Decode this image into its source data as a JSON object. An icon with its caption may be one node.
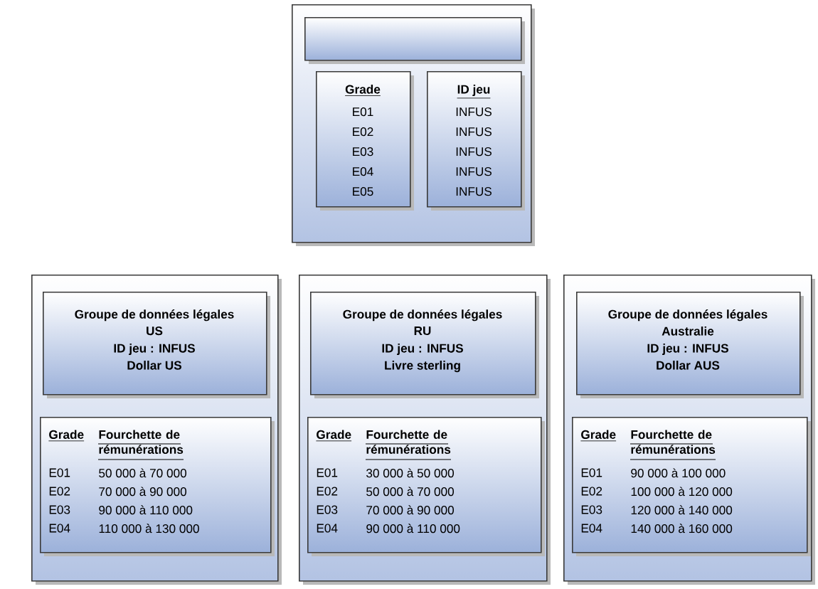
{
  "diagram": {
    "nodes": [
      {
        "text": [],
        "shape": "box"
      },
      {
        "text": [],
        "shape": "box",
        "in": 0
      },
      {
        "text": [
          "Grade",
          "E01",
          "E02",
          "E03",
          "E04",
          "E05"
        ],
        "in": 0
      },
      {
        "text": [
          "ID jeu",
          "INFUS",
          "INFUS",
          "INFUS",
          "INFUS",
          "INFUS"
        ],
        "in": 0
      },
      {
        "text": [],
        "shape": "box"
      },
      {
        "text": [
          "Groupe de données légales",
          "US",
          "ID jeu : INFUS",
          "Dollar US"
        ],
        "in": 4
      },
      {
        "text": [
          "Grade",
          "Fourchette de rémunérations",
          "E01",
          "50 000 à 70 000",
          "E02",
          "70 000 à 90 000",
          "E03",
          "90 000 à 110 000",
          "E04",
          "110 000 à 130 000"
        ],
        "in": 4
      },
      {
        "text": [],
        "shape": "box"
      },
      {
        "text": [
          "Groupe de données légales",
          "RU",
          "ID jeu : INFUS",
          "Livre sterling"
        ],
        "in": 7
      },
      {
        "text": [
          "Grade",
          "Fourchette de rémunérations",
          "E01",
          "30 000 à 50 000",
          "E02",
          "50 000 à 70 000",
          "E03",
          "70 000 à 90 000",
          "E04",
          "90 000 à 110 000"
        ],
        "in": 7
      },
      {
        "text": [],
        "shape": "box"
      },
      {
        "text": [
          "Groupe de données légales",
          "Australie",
          "ID jeu : INFUS",
          "Dollar AUS"
        ],
        "in": 10
      },
      {
        "text": [
          "Grade",
          "Fourchette de rémunérations",
          "E01",
          "90 000 à 100 000",
          "E02",
          "100 000 à 120 000",
          "E03",
          "120 000 à 140 000",
          "E04",
          "140 000 à 160 000"
        ],
        "in": 10
      }
    ]
  }
}
